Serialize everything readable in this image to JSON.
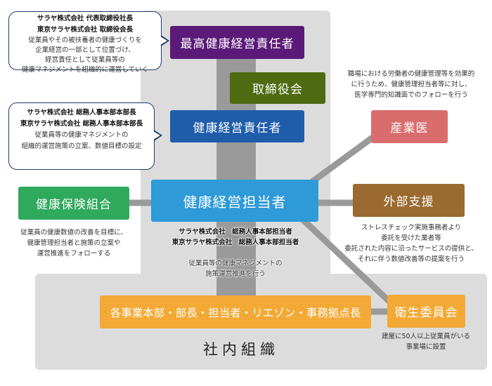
{
  "nodes": {
    "cho": "最高健康経営責任者",
    "board": "取締役会",
    "hm_officer": "健康経営責任者",
    "hm_staff": "健康経営担当者",
    "health_insurance": "健康保険組合",
    "doctor": "産業医",
    "external": "外部支援",
    "divisions": "各事業本部・部長・担当者・リエゾン・事務拠点長",
    "committee": "衛生委員会",
    "internal_org": "社内組織"
  },
  "callouts": {
    "cho": {
      "title1": "サラヤ株式会社 代表取締役社長",
      "title2": "東京サラヤ株式会社 取締役会長",
      "desc": [
        "従業員やその被扶養者の健康づくりを",
        "企業経営の一部として位置づけ、",
        "経営責任として従業員等の",
        "健康マネジメントを組織的に運営していく"
      ]
    },
    "officer": {
      "title1": "サラヤ株式会社 総務人事本部本部長",
      "title2": "東京サラヤ株式会社 総務人事本部本部長",
      "desc": [
        "従業員等の健康マネジメントの",
        "組織的運営施策の立案、数値目標の設定"
      ]
    }
  },
  "notes": {
    "doctor": [
      "職場における労働者の健康管理等を効果的",
      "に行うため、健康管理担当者等に対し、",
      "医学専門的知識面でのフォローを行う"
    ],
    "insurance": [
      "従業員の健康数値の改善を目標に、",
      "健康管理担当者と施策の立案や",
      "運営推進をフォローする"
    ],
    "staff_titles": [
      "サラヤ株式会社　総務人事本部担当者",
      "東京サラヤ株式会社　総務人事本部担当者"
    ],
    "staff_desc": [
      "従業員等の健康マネジメントの",
      "施策運営推進を行う"
    ],
    "external": [
      "ストレスチェック実施事務者より",
      "委託を受けた業者等",
      "委託された内容に沿ったサービスの提供と、",
      "それに伴う数値改善等の提案を行う"
    ],
    "committee": [
      "建屋に50人以上従業員がいる",
      "事業場に設置"
    ]
  },
  "colors": {
    "cho": "#5b1a78",
    "board": "#4f6b12",
    "officer": "#1f5dab",
    "staff": "#2e9ad8",
    "insurance": "#2fa95c",
    "doctor": "#d96c6c",
    "external": "#9a6a2f",
    "orange": "#f2a935",
    "line": "#9a9a9a",
    "panel": "#dcdcdc"
  }
}
